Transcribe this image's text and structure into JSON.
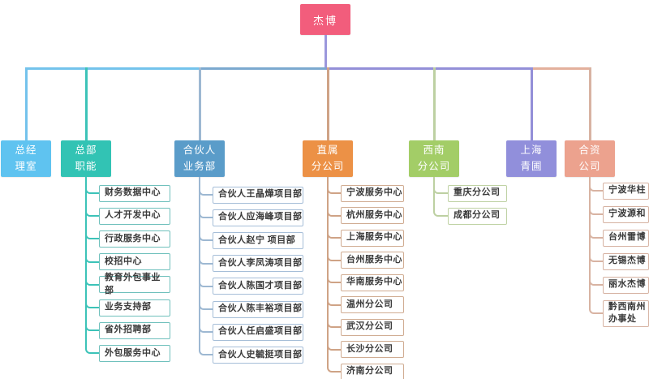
{
  "root": {
    "label": "杰博",
    "color": "#f25d7c",
    "stem_color": "#9b97dc"
  },
  "branches": [
    {
      "label": "总经\n理室",
      "color": "#5fc3f0",
      "line_color": "#74c3ec",
      "border_color": "#74c3ec",
      "children": []
    },
    {
      "label": "总部\n职能",
      "color": "#32c3b4",
      "line_color": "#3cc3b8",
      "border_color": "#6fc0bc",
      "children": [
        "财务数据中心",
        "人才开发中心",
        "行政服务中心",
        "校招中心",
        "教育外包事业部",
        "业务支持部",
        "省外招聘部",
        "外包服务中心"
      ]
    },
    {
      "label": "合伙人\n业务部",
      "color": "#5a9cc9",
      "line_color": "#9db8d2",
      "border_color": "#a6bed8",
      "children": [
        "合伙人王晶燁项目部",
        "合伙人应海峰项目部",
        "合伙人赵宁 项目部",
        "合伙人李凤涛项目部",
        "合伙人陈国才项目部",
        "合伙人陈丰裕项目部",
        "合伙人任启盛项目部",
        "合伙人史毓挺项目部"
      ]
    },
    {
      "label": "直属\n分公司",
      "color": "#ec9146",
      "line_color": "#cfa386",
      "border_color": "#d0ac92",
      "children": [
        "宁波服务中心",
        "杭州服务中心",
        "上海服务中心",
        "台州服务中心",
        "华南服务中心",
        "温州分公司",
        "武汉分公司",
        "长沙分公司",
        "济南分公司"
      ]
    },
    {
      "label": "西南\n分公司",
      "color": "#a3cd67",
      "line_color": "#bdd0a2",
      "border_color": "#bfd2a4",
      "children": [
        "重庆分公司",
        "成都分公司"
      ]
    },
    {
      "label": "上海\n青圃",
      "color": "#918fdb",
      "line_color": "#938fd8",
      "border_color": "#938fd8",
      "children": []
    },
    {
      "label": "合资\n公司",
      "color": "#eca28e",
      "line_color": "#d8b3a2",
      "border_color": "#d6b2a2",
      "children": [
        "宁波华柱",
        "宁波源和",
        "台州雷博",
        "无锡杰博",
        "丽水杰博",
        "黔西南州\n办事处"
      ]
    }
  ],
  "trunk_colors": {
    "left_outer": "#74c3ec",
    "left_inner": "#7ca9cf",
    "right_inner": "#938fd8",
    "right_outer": "#e3b09c"
  }
}
